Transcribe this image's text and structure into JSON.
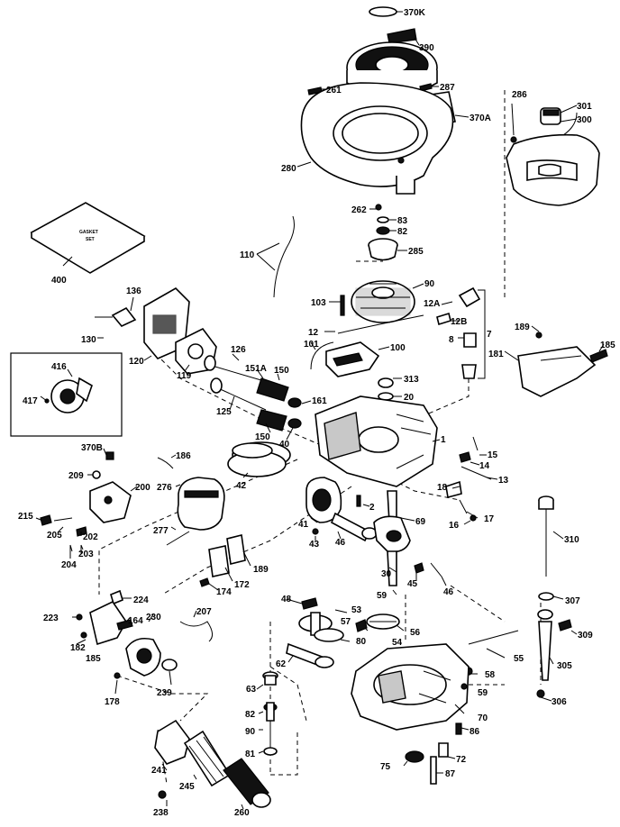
{
  "gasket_set_text": [
    "GASKET",
    "SET"
  ],
  "labels": [
    "370K",
    "390",
    "261",
    "287",
    "370A",
    "280",
    "286",
    "301",
    "300",
    "262",
    "83",
    "82",
    "285",
    "110",
    "400",
    "90",
    "136",
    "103",
    "12A",
    "12B",
    "12",
    "130",
    "7",
    "8",
    "189",
    "185",
    "181",
    "101",
    "100",
    "416",
    "120",
    "119",
    "126",
    "151A",
    "150",
    "313",
    "20",
    "417",
    "125",
    "161",
    "150",
    "40",
    "1",
    "370B",
    "186",
    "15",
    "14",
    "13",
    "209",
    "200",
    "276",
    "18",
    "17",
    "16",
    "215",
    "205",
    "202",
    "42",
    "2",
    "41",
    "69",
    "310",
    "204",
    "203",
    "277",
    "43",
    "46",
    "189",
    "172",
    "174",
    "30",
    "45",
    "46",
    "59",
    "224",
    "307",
    "223",
    "164",
    "230",
    "207",
    "48",
    "53",
    "182",
    "57",
    "80",
    "54",
    "56",
    "309",
    "185",
    "62",
    "55",
    "58",
    "305",
    "178",
    "239",
    "63",
    "59",
    "306",
    "82",
    "70",
    "90",
    "86",
    "81",
    "241",
    "75",
    "72",
    "245",
    "87",
    "260",
    "238"
  ]
}
